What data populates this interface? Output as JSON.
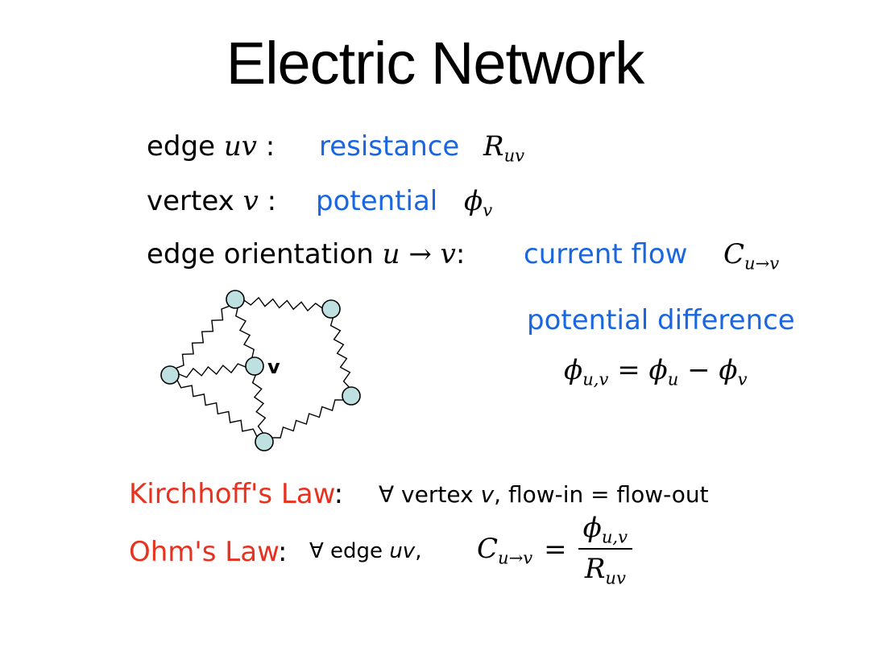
{
  "title": "Electric Network",
  "edge_line": {
    "label": "edge",
    "var": "uv",
    "colon": ":",
    "keyword": "resistance",
    "sym": "R",
    "sym_sub": "uv"
  },
  "vertex_line": {
    "label": "vertex",
    "var": "v",
    "colon": ":",
    "keyword": "potential",
    "sym": "ϕ",
    "sym_sub": "v"
  },
  "orientation_line": {
    "label": "edge orientation",
    "var": "u → v",
    "colon": ":",
    "keyword": "current flow",
    "sym": "C",
    "sym_sub": "u→v"
  },
  "diagram": {
    "vertex_label": "v"
  },
  "potential_difference": {
    "heading": "potential difference",
    "lhs": "ϕ",
    "lhs_sub": "u,v",
    "eq": "=",
    "a": "ϕ",
    "a_sub": "u",
    "minus": "−",
    "b": "ϕ",
    "b_sub": "v"
  },
  "kirchhoff": {
    "name": "Kirchhoff's Law",
    "colon": ":",
    "statement": "∀ vertex",
    "var": "v",
    "rest": ", flow-in = flow-out"
  },
  "ohm": {
    "name": "Ohm's Law",
    "colon": ":",
    "statement": "∀ edge",
    "var": "uv",
    "comma": ",",
    "lhs": "C",
    "lhs_sub": "u→v",
    "eq": "=",
    "num": "ϕ",
    "num_sub": "u,v",
    "den": "R",
    "den_sub": "uv"
  },
  "colors": {
    "keyword": "#1a66e0",
    "law": "#e8321f",
    "node_fill": "#bfe0e0"
  }
}
